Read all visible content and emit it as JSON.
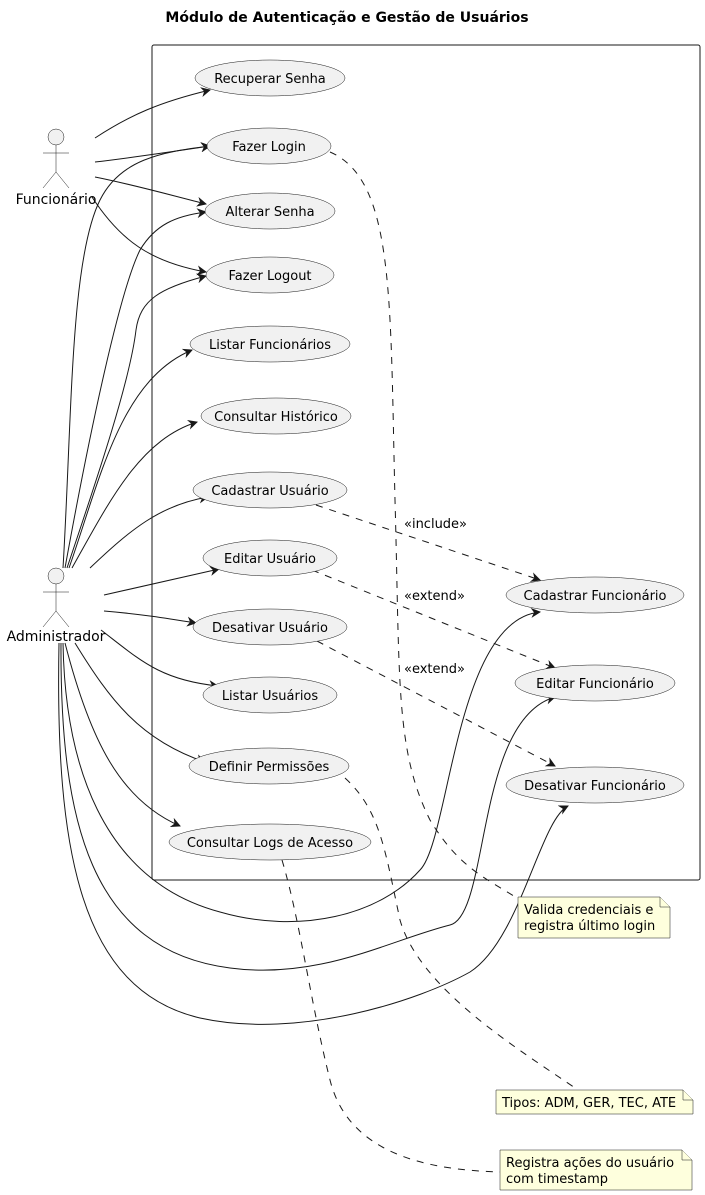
{
  "title": "Módulo de Autenticação e Gestão de Usuários",
  "actors": {
    "funcionario": "Funcionário",
    "administrador": "Administrador"
  },
  "use_cases": {
    "recuperar_senha": "Recuperar Senha",
    "fazer_login": "Fazer Login",
    "alterar_senha": "Alterar Senha",
    "fazer_logout": "Fazer Logout",
    "listar_funcionarios": "Listar Funcionários",
    "consultar_historico": "Consultar Histórico",
    "cadastrar_usuario": "Cadastrar Usuário",
    "editar_usuario": "Editar Usuário",
    "desativar_usuario": "Desativar Usuário",
    "listar_usuarios": "Listar Usuários",
    "definir_permissoes": "Definir Permissões",
    "consultar_logs": "Consultar Logs de Acesso",
    "cadastrar_funcionario": "Cadastrar Funcionário",
    "editar_funcionario": "Editar Funcionário",
    "desativar_funcionario": "Desativar Funcionário"
  },
  "relations": {
    "include": "«include»",
    "extend_editar": "«extend»",
    "extend_desativar": "«extend»"
  },
  "notes": {
    "login_line1": "Valida credenciais e",
    "login_line2": "registra último login",
    "permissoes": "Tipos: ADM, GER, TEC, ATE",
    "logs_line1": "Registra ações do usuário",
    "logs_line2": "com timestamp"
  },
  "colors": {
    "use_case_fill": "#f1f1f1",
    "note_fill": "#feffdd",
    "line": "#181818"
  }
}
